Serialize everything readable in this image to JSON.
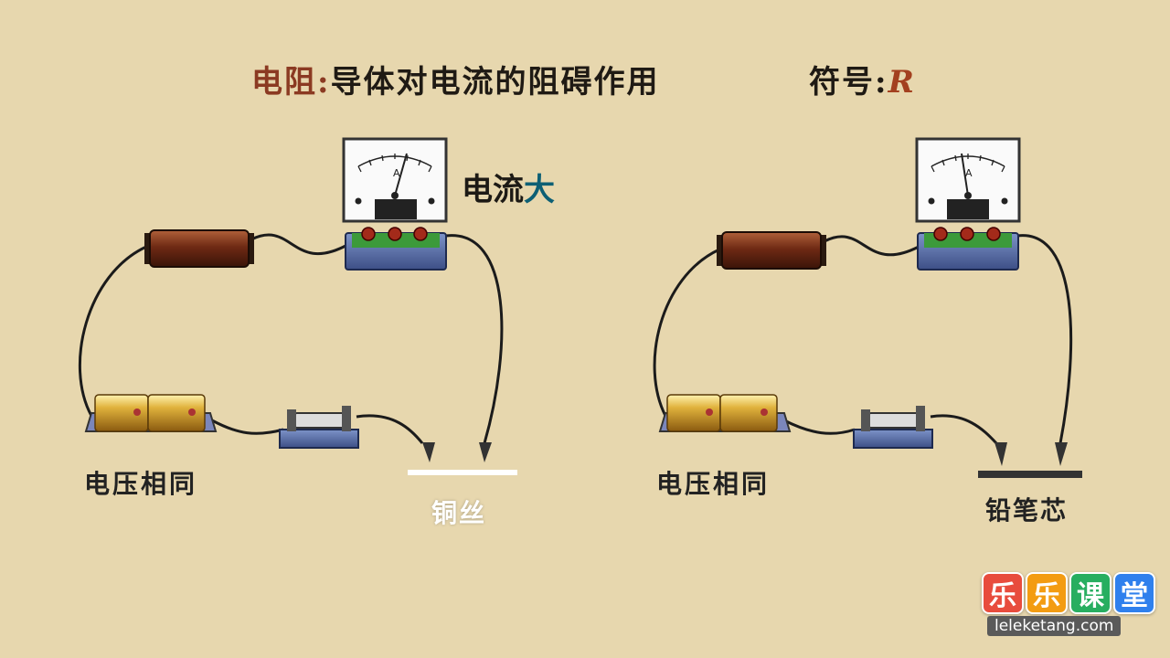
{
  "title": {
    "term": "电阻:",
    "definition": "导体对电流的阻碍作用"
  },
  "symbol": {
    "label": "符号:",
    "value": "R"
  },
  "labels": {
    "current_prefix": "电流",
    "current_value": "大",
    "voltage_left": "电压相同",
    "voltage_right": "电压相同",
    "conductor_left": "铜丝",
    "conductor_right": "铅笔芯"
  },
  "meter_letter": "A",
  "logo": {
    "chars": [
      "乐",
      "乐",
      "课",
      "堂"
    ],
    "site": "leleketang.com"
  },
  "colors": {
    "background": "#e7d7ae",
    "term": "#8b3a22",
    "highlight": "#0d5f74",
    "symbol": "#a3401f",
    "logo": [
      "#e84c3d",
      "#f39c12",
      "#27ae60",
      "#2f80ed"
    ]
  }
}
